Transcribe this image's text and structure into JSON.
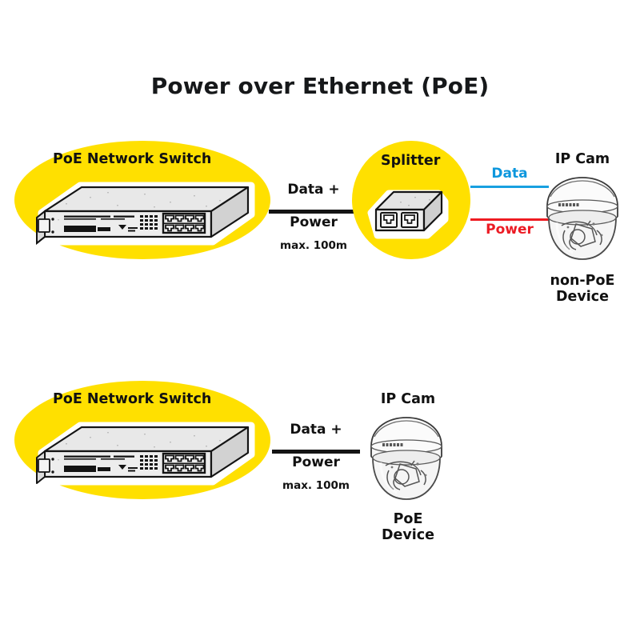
{
  "diagram": {
    "title": "Power over Ethernet (PoE)",
    "background_color": "#ffffff",
    "highlight_color": "#ffe000",
    "accent_colors": {
      "data": "#0d97dd",
      "power": "#ec1b24",
      "line": "#141414"
    }
  },
  "rows": [
    {
      "id": "non-poe-row",
      "source": {
        "label": "PoE Network Switch",
        "icon": "network-switch-icon",
        "highlighted": true
      },
      "link_to_splitter": {
        "label_line1": "Data +",
        "label_line2": "Power",
        "note": "max. 100m",
        "color": "#141414"
      },
      "splitter": {
        "label": "Splitter",
        "icon": "poe-splitter-icon",
        "highlighted": true
      },
      "split_links": [
        {
          "label": "Data",
          "color": "#0d97dd"
        },
        {
          "label": "Power",
          "color": "#ec1b24"
        }
      ],
      "destination": {
        "label": "IP Cam",
        "icon": "dome-camera-icon",
        "caption_line1": "non-PoE",
        "caption_line2": "Device"
      }
    },
    {
      "id": "poe-row",
      "source": {
        "label": "PoE Network Switch",
        "icon": "network-switch-icon",
        "highlighted": true
      },
      "link_to_destination": {
        "label_line1": "Data +",
        "label_line2": "Power",
        "note": "max. 100m",
        "color": "#141414"
      },
      "destination": {
        "label": "IP Cam",
        "icon": "dome-camera-icon",
        "caption_line1": "PoE",
        "caption_line2": "Device"
      }
    }
  ]
}
